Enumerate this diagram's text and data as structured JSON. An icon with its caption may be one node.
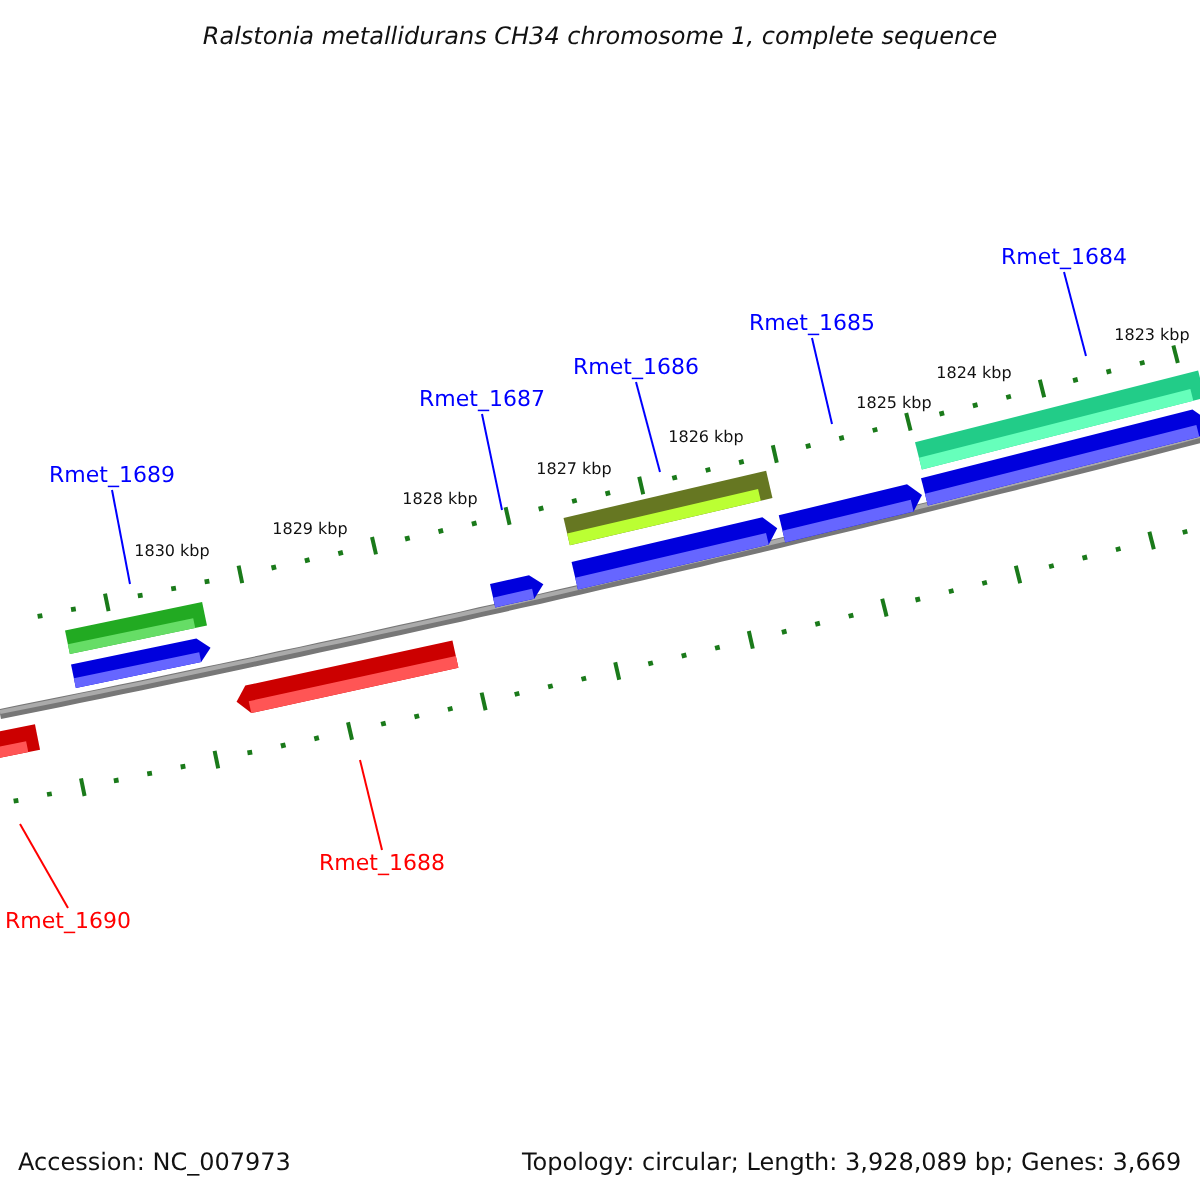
{
  "diagram": {
    "title": "Ralstonia metallidurans CH34 chromosome 1, complete sequence",
    "nodes": [
      {
        "text": [
          "Rmet_1684"
        ]
      },
      {
        "text": [
          "Rmet_1685"
        ]
      },
      {
        "text": [
          "Rmet_1686"
        ]
      },
      {
        "text": [
          "Rmet_1687"
        ]
      },
      {
        "text": [
          "Rmet_1689"
        ]
      },
      {
        "text": [
          "Rmet_1688"
        ]
      },
      {
        "text": [
          "Rmet_1690"
        ]
      }
    ],
    "edges": [
      {
        "from": 0,
        "to": null,
        "arrow": "none"
      },
      {
        "from": 1,
        "to": null,
        "arrow": "none"
      },
      {
        "from": 2,
        "to": null,
        "arrow": "none"
      },
      {
        "from": 3,
        "to": null,
        "arrow": "none"
      },
      {
        "from": 4,
        "to": null,
        "arrow": "none"
      },
      {
        "from": 5,
        "to": null,
        "arrow": "none",
        "color": "#ff0000"
      },
      {
        "from": 6,
        "to": null,
        "arrow": "none",
        "color": "#ff0000"
      }
    ],
    "labels": [
      "1823 kbp",
      "1824 kbp",
      "1825 kbp",
      "1826 kbp",
      "1827 kbp",
      "1828 kbp",
      "1829 kbp",
      "1830 kbp",
      "Accession: NC_007973",
      "Topology: circular; Length: 3,928,089 bp; Genes: 3,669"
    ]
  }
}
